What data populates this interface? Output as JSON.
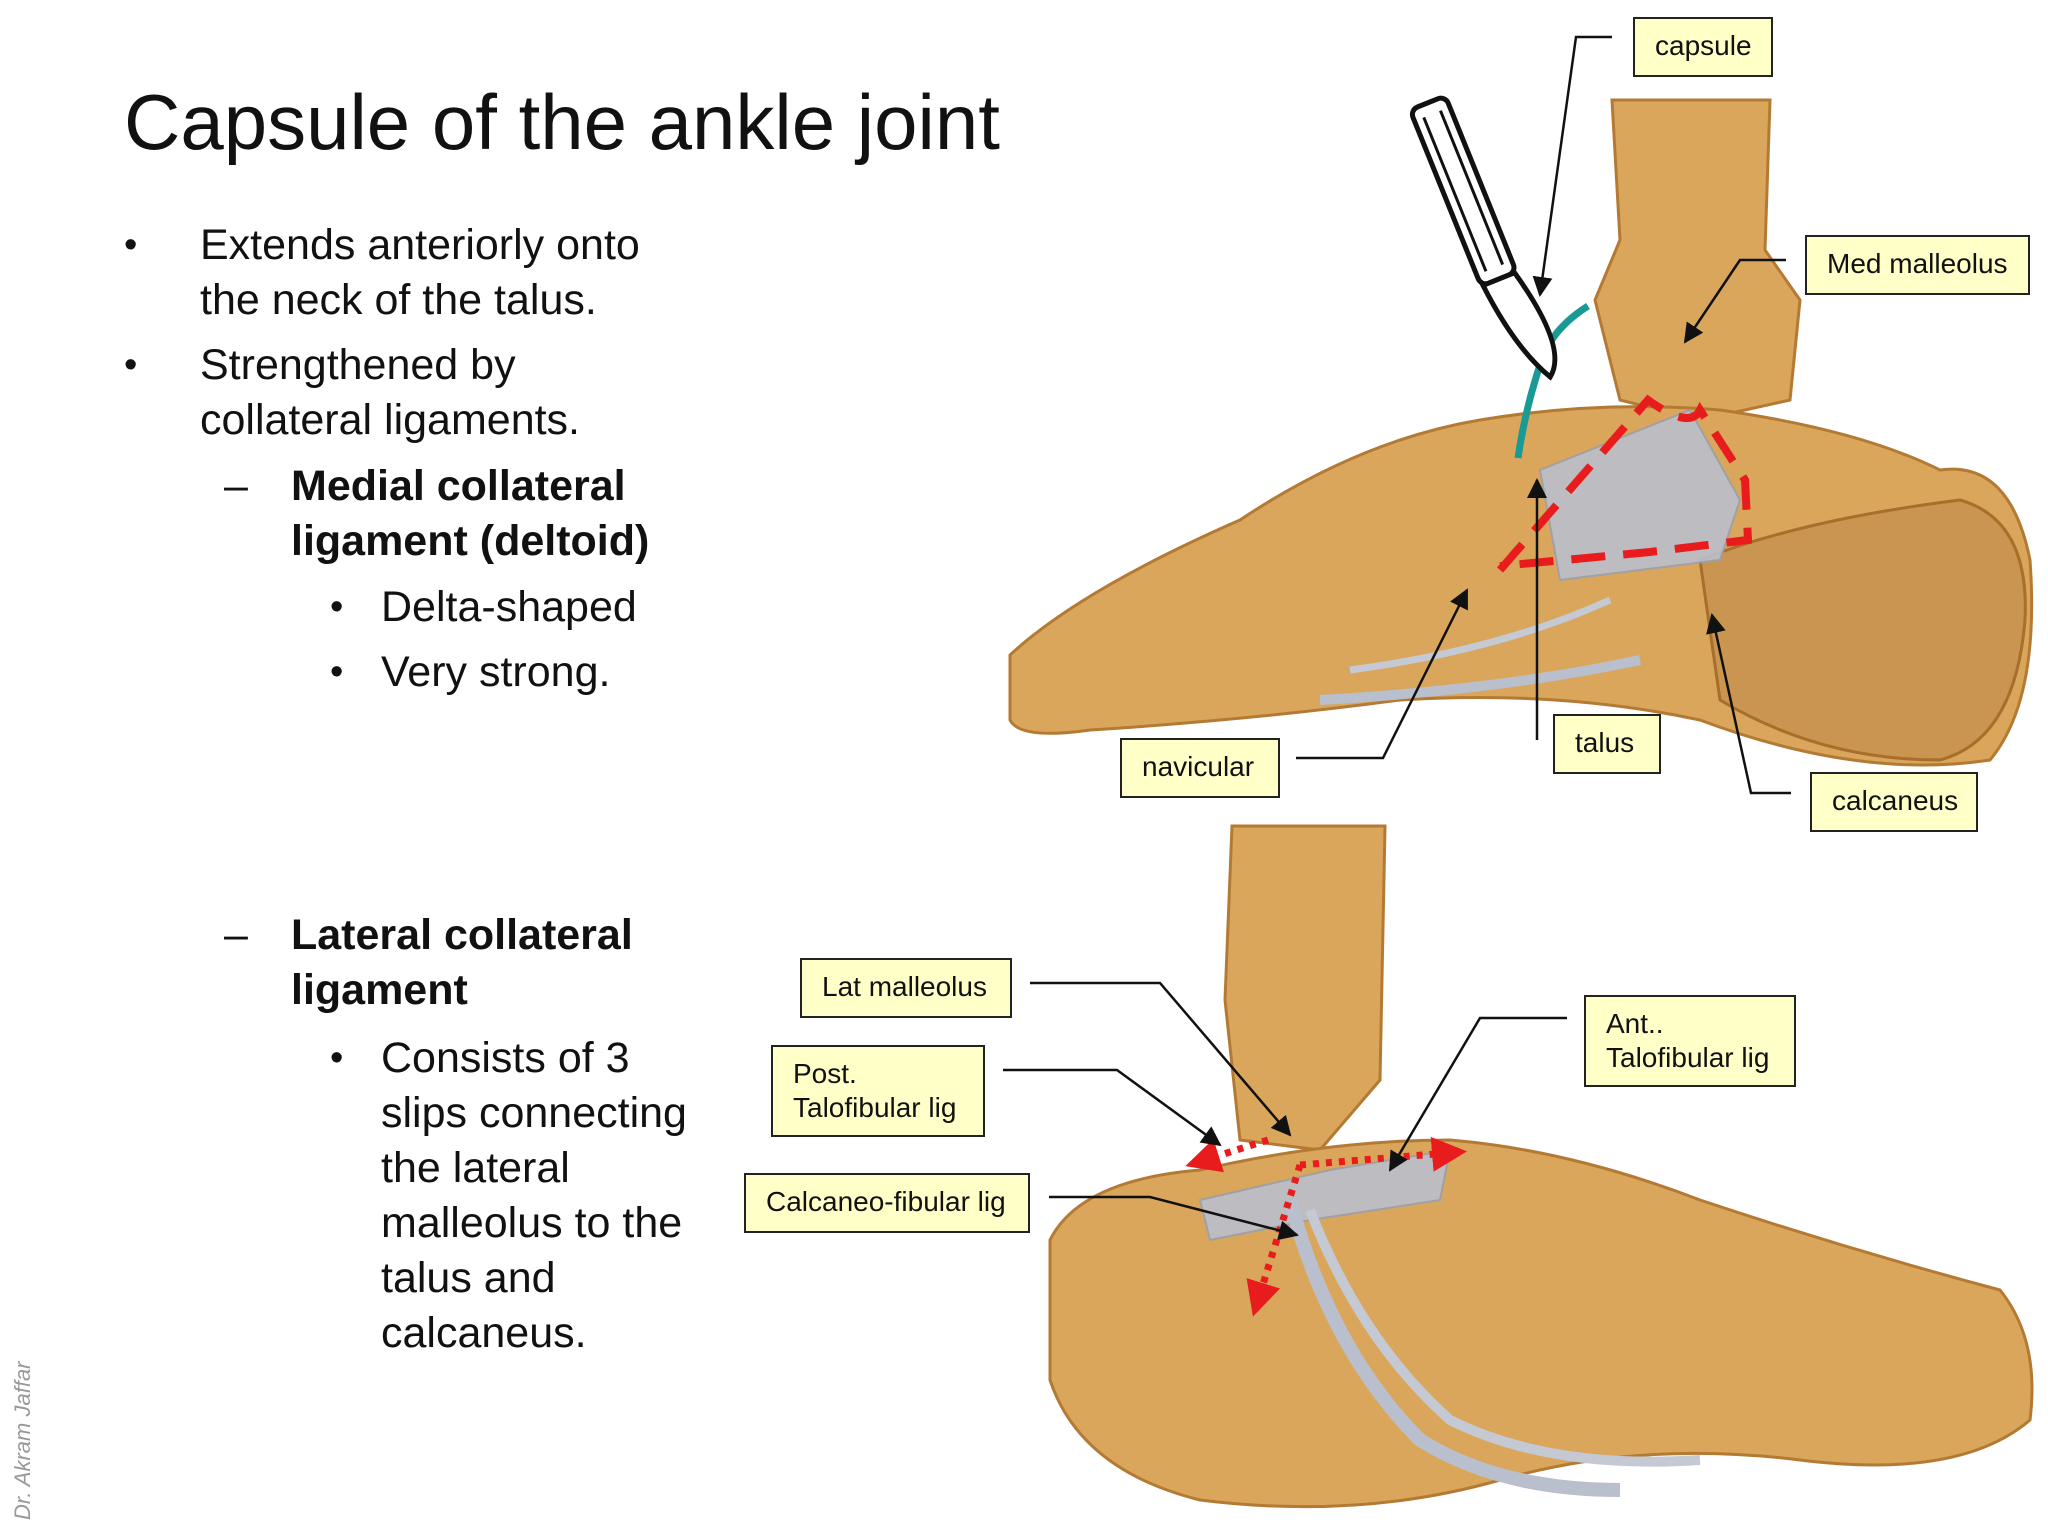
{
  "slide": {
    "title": "Capsule of the ankle joint",
    "bullets": {
      "b1_line1": "Extends anteriorly onto",
      "b1_line2": "the neck of the talus.",
      "b2_line1": "Strengthened by",
      "b2_line2": "collateral ligaments."
    },
    "medial": {
      "heading_line1": "Medial collateral",
      "heading_line2": "ligament (deltoid)",
      "sub1": "Delta-shaped",
      "sub2": "Very strong."
    },
    "lateral": {
      "heading_line1": "Lateral collateral",
      "heading_line2": "ligament",
      "sub1_lines": [
        "Consists of 3",
        "slips connecting",
        "the lateral",
        "malleolus to the",
        "talus and",
        "calcaneus."
      ]
    },
    "watermark": "Dr. Akram Jaffar"
  },
  "labels": {
    "capsule": "capsule",
    "med_malleolus": "Med malleolus",
    "navicular": "navicular",
    "talus": "talus",
    "calcaneus": "calcaneus",
    "lat_malleolus": "Lat malleolus",
    "post_talofibular": "Post.\nTalofibular lig",
    "ant_talofibular": "Ant..\nTalofibular lig",
    "calcaneo_fibular": "Calcaneo-fibular lig"
  },
  "colors": {
    "bone": "#d9a65c",
    "bone_dark": "#b47a34",
    "ligament": "#b9bfcc",
    "deltoid_outline": "#e81c1c",
    "capsule_line": "#1a9a94",
    "label_fill": "#ffffc8"
  },
  "icons": {
    "scalpel": "scalpel-icon"
  }
}
